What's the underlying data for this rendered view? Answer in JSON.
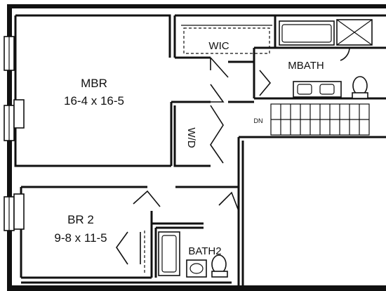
{
  "rooms": {
    "mbr": {
      "name": "MBR",
      "dims": "16-4 x 16-5"
    },
    "br2": {
      "name": "BR 2",
      "dims": "9-8 x 11-5"
    },
    "wic": {
      "name": "WIC"
    },
    "mbath": {
      "name": "MBATH"
    },
    "wd": {
      "name": "W/D"
    },
    "bath2": {
      "name": "BATH2"
    }
  },
  "labels": {
    "stair_dn": "DN"
  }
}
